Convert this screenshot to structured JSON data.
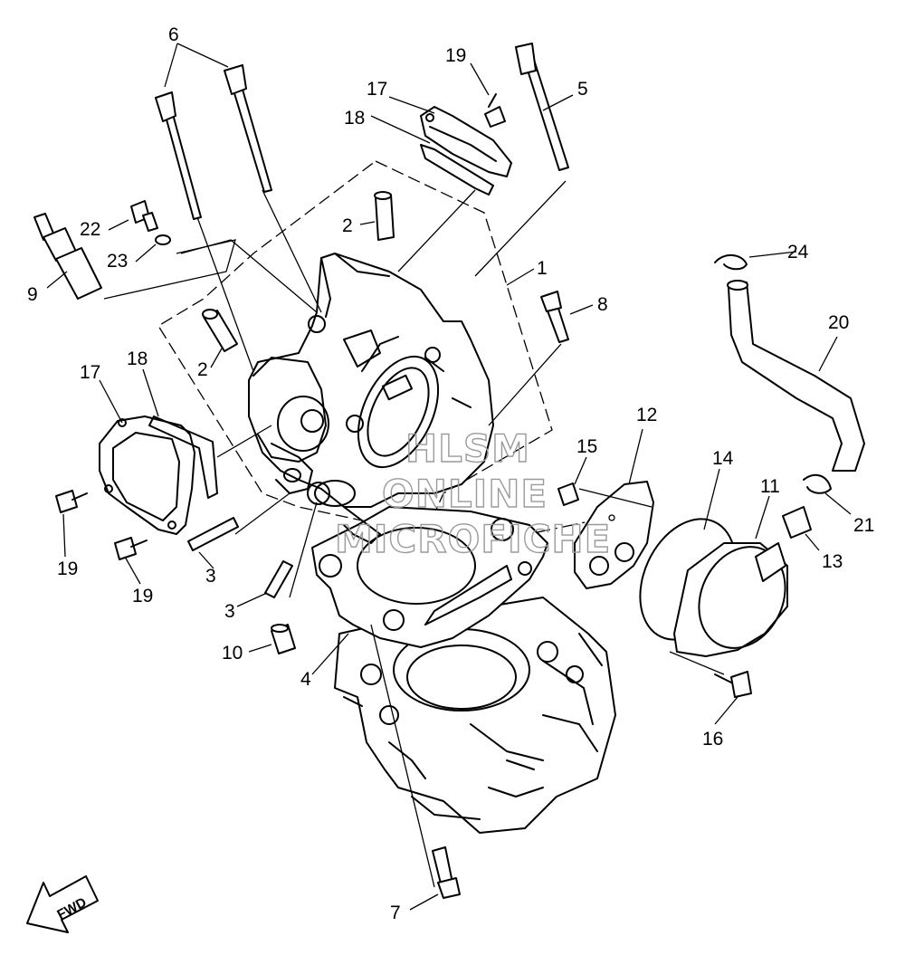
{
  "callouts": {
    "c1": "1",
    "c2a": "2",
    "c2b": "2",
    "c3a": "3",
    "c3b": "3",
    "c4": "4",
    "c5": "5",
    "c6": "6",
    "c7": "7",
    "c8": "8",
    "c9": "9",
    "c10": "10",
    "c11": "11",
    "c12": "12",
    "c13": "13",
    "c14": "14",
    "c15": "15",
    "c16": "16",
    "c17a": "17",
    "c17b": "17",
    "c18a": "18",
    "c18b": "18",
    "c19a": "19",
    "c19b": "19",
    "c19c": "19",
    "c20": "20",
    "c21": "21",
    "c22": "22",
    "c23": "23",
    "c24": "24"
  },
  "watermark": {
    "line1": "HLSM",
    "line2": "ONLINE",
    "line3": "MICROFICHE"
  },
  "fwd_arrow": {
    "label": "FWD"
  }
}
